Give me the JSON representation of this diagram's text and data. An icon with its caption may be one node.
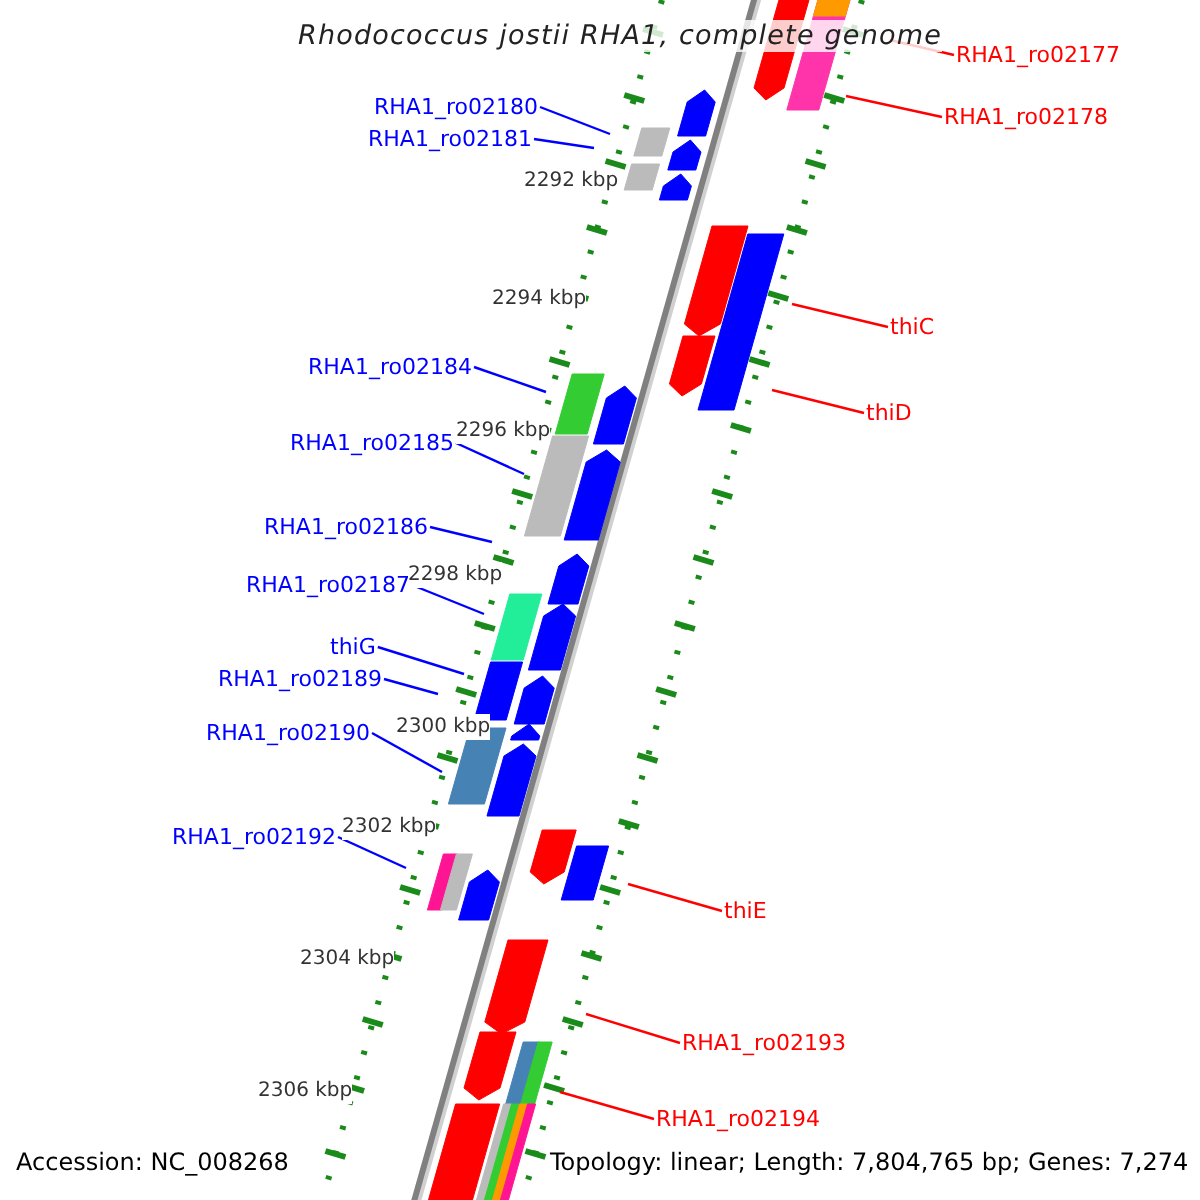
{
  "diagram": {
    "title": "Rhodococcus jostii RHA1, complete genome",
    "nodes": [
      {
        "text": [
          "RHA1_ro02177"
        ]
      },
      {
        "text": [
          "RHA1_ro02178"
        ]
      },
      {
        "text": [
          "RHA1_ro02180"
        ]
      },
      {
        "text": [
          "RHA1_ro02181"
        ]
      },
      {
        "text": [
          "thiC"
        ]
      },
      {
        "text": [
          "RHA1_ro02184"
        ]
      },
      {
        "text": [
          "thiD"
        ]
      },
      {
        "text": [
          "RHA1_ro02185"
        ]
      },
      {
        "text": [
          "RHA1_ro02186"
        ]
      },
      {
        "text": [
          "RHA1_ro02187"
        ]
      },
      {
        "text": [
          "thiG"
        ]
      },
      {
        "text": [
          "RHA1_ro02189"
        ]
      },
      {
        "text": [
          "RHA1_ro02190"
        ]
      },
      {
        "text": [
          "RHA1_ro02192"
        ]
      },
      {
        "text": [
          "thiE"
        ]
      },
      {
        "text": [
          "RHA1_ro02193"
        ]
      },
      {
        "text": [
          "RHA1_ro02194"
        ]
      }
    ],
    "edges": [
      {
        "from": 0,
        "to": null,
        "arrow": "none",
        "color": "#ff0000"
      },
      {
        "from": 1,
        "to": null,
        "arrow": "none",
        "color": "#ff0000"
      },
      {
        "from": 2,
        "to": null,
        "arrow": "none"
      },
      {
        "from": 3,
        "to": null,
        "arrow": "none"
      },
      {
        "from": 4,
        "to": null,
        "arrow": "none",
        "color": "#ff0000"
      },
      {
        "from": 5,
        "to": null,
        "arrow": "none"
      },
      {
        "from": 6,
        "to": null,
        "arrow": "none",
        "color": "#ff0000"
      },
      {
        "from": 7,
        "to": null,
        "arrow": "none"
      },
      {
        "from": 8,
        "to": null,
        "arrow": "none"
      },
      {
        "from": 9,
        "to": null,
        "arrow": "none"
      },
      {
        "from": 10,
        "to": null,
        "arrow": "none"
      },
      {
        "from": 11,
        "to": null,
        "arrow": "none"
      },
      {
        "from": 12,
        "to": null,
        "arrow": "none"
      },
      {
        "from": 13,
        "to": null,
        "arrow": "none"
      },
      {
        "from": 14,
        "to": null,
        "arrow": "none",
        "color": "#ff0000"
      },
      {
        "from": 15,
        "to": null,
        "arrow": "none",
        "color": "#ff0000"
      },
      {
        "from": 16,
        "to": null,
        "arrow": "none",
        "color": "#ff0000"
      }
    ],
    "labels": [
      "2292 kbp",
      "2294 kbp",
      "2296 kbp",
      "2298 kbp",
      "2300 kbp",
      "2302 kbp",
      "2304 kbp",
      "2306 kbp",
      "Accession: NC_008268",
      "Topology: linear; Length: 7,804,765 bp; Genes: 7,274"
    ]
  }
}
